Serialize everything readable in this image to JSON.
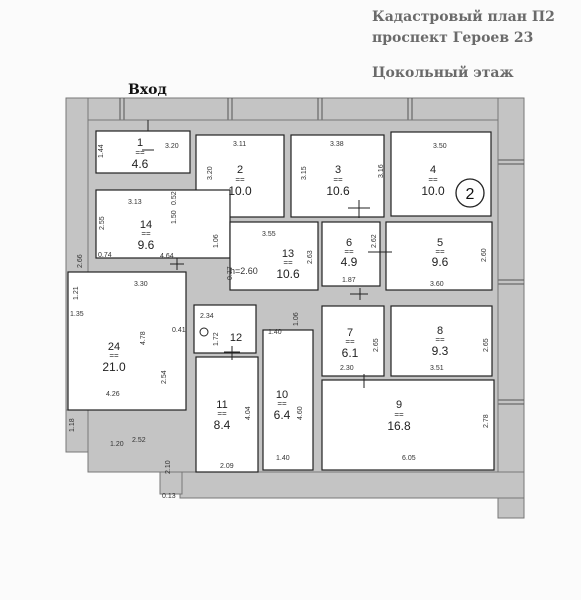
{
  "header": {
    "title_line1": "Кадастровый план П2",
    "title_line2": "проспект Героев 23",
    "floor": "Цокольный этаж"
  },
  "entrance_label": "Вход",
  "sheet_number": "2",
  "height_note": "h=2.60",
  "area_separator": "==",
  "rooms": [
    {
      "num": "1",
      "area": "4.6"
    },
    {
      "num": "2",
      "area": "10.0"
    },
    {
      "num": "3",
      "area": "10.6"
    },
    {
      "num": "4",
      "area": "10.0"
    },
    {
      "num": "5",
      "area": "9.6"
    },
    {
      "num": "6",
      "area": "4.9"
    },
    {
      "num": "7",
      "area": "6.1"
    },
    {
      "num": "8",
      "area": "9.3"
    },
    {
      "num": "9",
      "area": "16.8"
    },
    {
      "num": "10",
      "area": "6.4"
    },
    {
      "num": "11",
      "area": "8.4"
    },
    {
      "num": "12",
      "area": ""
    },
    {
      "num": "13",
      "area": "10.6"
    },
    {
      "num": "14",
      "area": "9.6"
    },
    {
      "num": "24",
      "area": "21.0"
    }
  ],
  "dimensions": [
    "3.20",
    "1.44",
    "3.11",
    "3.20",
    "3.38",
    "3.15",
    "3.50",
    "3.16",
    "3.13",
    "0.52",
    "1.50",
    "2.55",
    "0.74",
    "4.64",
    "1.06",
    "3.55",
    "2.63",
    "2.62",
    "2.60",
    "1.87",
    "3.60",
    "0.77",
    "2.66",
    "1.21",
    "3.30",
    "1.35",
    "4.78",
    "0.41",
    "2.34",
    "1.72",
    "2.54",
    "4.26",
    "1.40",
    "1.06",
    "2.65",
    "2.30",
    "2.65",
    "3.51",
    "4.04",
    "4.60",
    "2.78",
    "6.05",
    "2.09",
    "1.40",
    "1.18",
    "1.20",
    "2.52",
    "2.10",
    "0.13"
  ],
  "colors": {
    "wall": "#c4c4c4",
    "room_fill": "#ffffff",
    "line": "#222222",
    "header_text": "#6a6a6a"
  }
}
